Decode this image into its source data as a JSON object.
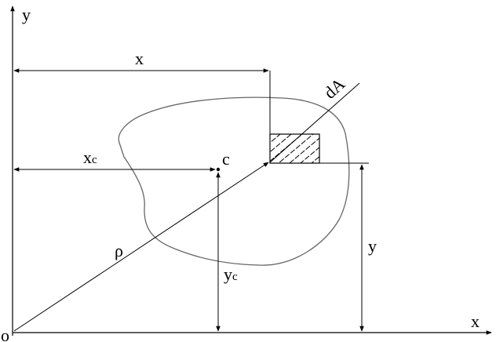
{
  "labels": {
    "axis_y": "y",
    "axis_x": "x",
    "origin": "o",
    "dim_x": "x",
    "dim_xc_main": "x",
    "dim_xc_sub": "c",
    "centroid": "c",
    "area_element": "dA",
    "rho": "ρ",
    "dim_yc_main": "y",
    "dim_yc_sub": "c",
    "dim_y": "y"
  },
  "colors": {
    "stroke": "#000000",
    "outline": "#666666",
    "background": "#ffffff"
  }
}
